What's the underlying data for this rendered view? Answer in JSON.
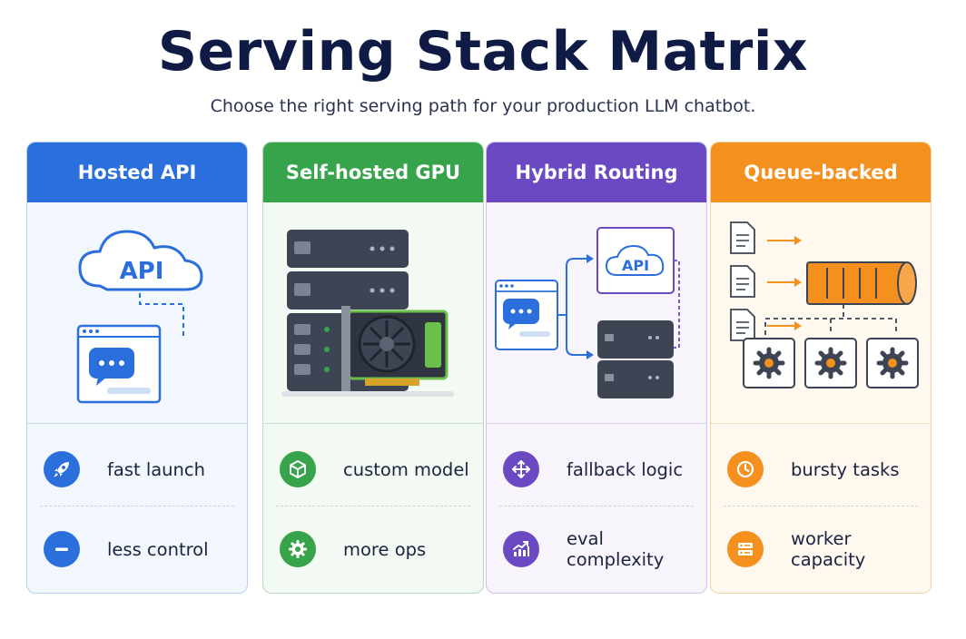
{
  "title": "Serving Stack Matrix",
  "subtitle": "Choose the right serving path for your production LLM chatbot.",
  "colors": {
    "hosted": "#2a6fdb",
    "selfhosted": "#37a34a",
    "hybrid": "#6a49c3",
    "queue": "#f4901e"
  },
  "cards": [
    {
      "header": "Hosted API",
      "illustration": {
        "cloud_label": "API"
      },
      "pro": {
        "icon": "rocket-icon",
        "label": "fast launch"
      },
      "con": {
        "icon": "minus-circle-icon",
        "label": "less control"
      }
    },
    {
      "header": "Self-hosted GPU",
      "illustration": {},
      "pro": {
        "icon": "cube-icon",
        "label": "custom model"
      },
      "con": {
        "icon": "gear-icon",
        "label": "more ops"
      }
    },
    {
      "header": "Hybrid Routing",
      "illustration": {
        "cloud_label": "API"
      },
      "pro": {
        "icon": "move-arrows-icon",
        "label": "fallback logic"
      },
      "con": {
        "icon": "trend-chart-icon",
        "label": "eval complexity"
      }
    },
    {
      "header": "Queue-backed",
      "illustration": {},
      "pro": {
        "icon": "clock-icon",
        "label": "bursty tasks"
      },
      "con": {
        "icon": "server-stack-icon",
        "label": "worker capacity"
      }
    }
  ]
}
